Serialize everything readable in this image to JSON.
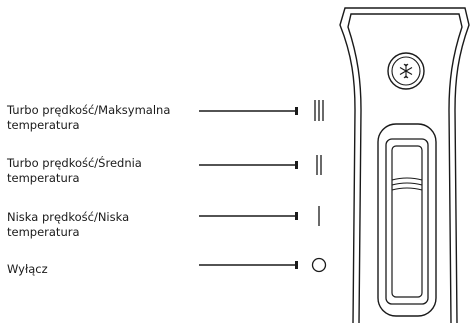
{
  "settings": [
    {
      "label": "Turbo prędkość/Maksymalna temperatura",
      "symbol": "|||"
    },
    {
      "label": "Turbo prędkość/Średnia temperatura",
      "symbol": "||"
    },
    {
      "label": "Niska prędkość/Niska temperatura",
      "symbol": "|"
    },
    {
      "label": "Wyłącz",
      "symbol": "O"
    }
  ],
  "device": {
    "cool_shot_icon": "snowflake-icon",
    "switch_position": "off"
  },
  "colors": {
    "line": "#1a1a1a",
    "text": "#1a1a1a",
    "background": "#ffffff"
  }
}
